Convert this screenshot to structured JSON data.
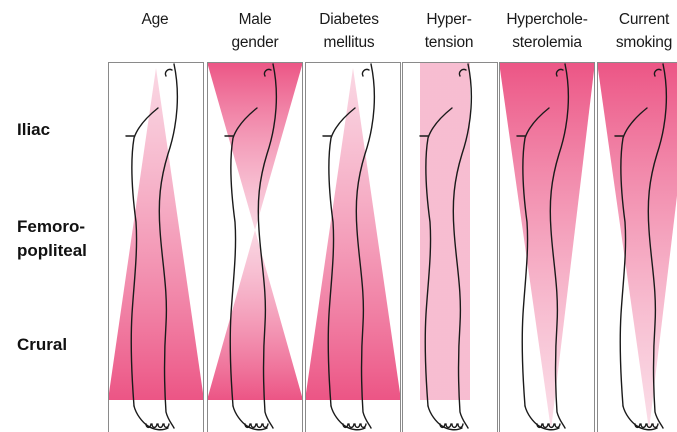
{
  "colors": {
    "pink_full": "#ec5585",
    "pink_light": "#f6b6cc",
    "leg_outline": "#1a1a1a",
    "panel_border": "#8a8a8a",
    "label_text": "#111111"
  },
  "row_labels": [
    {
      "id": "iliac",
      "lines": [
        "Iliac"
      ]
    },
    {
      "id": "femoropopliteal",
      "lines": [
        "Femoro-",
        "popliteal"
      ]
    },
    {
      "id": "crural",
      "lines": [
        "Crural"
      ]
    }
  ],
  "columns": [
    {
      "id": "age",
      "header": [
        "Age"
      ],
      "pattern": "triangle-up"
    },
    {
      "id": "male-gender",
      "header": [
        "Male",
        "gender"
      ],
      "pattern": "hourglass"
    },
    {
      "id": "diabetes-mellitus",
      "header": [
        "Diabetes",
        "mellitus"
      ],
      "pattern": "triangle-up"
    },
    {
      "id": "hypertension",
      "header": [
        "Hyper-",
        "tension"
      ],
      "pattern": "band"
    },
    {
      "id": "hypercholesterolemia",
      "header": [
        "Hyperchole-",
        "sterolemia"
      ],
      "pattern": "triangle-down"
    },
    {
      "id": "current-smoking",
      "header": [
        "Current",
        "smoking"
      ],
      "pattern": "triangle-down"
    }
  ]
}
